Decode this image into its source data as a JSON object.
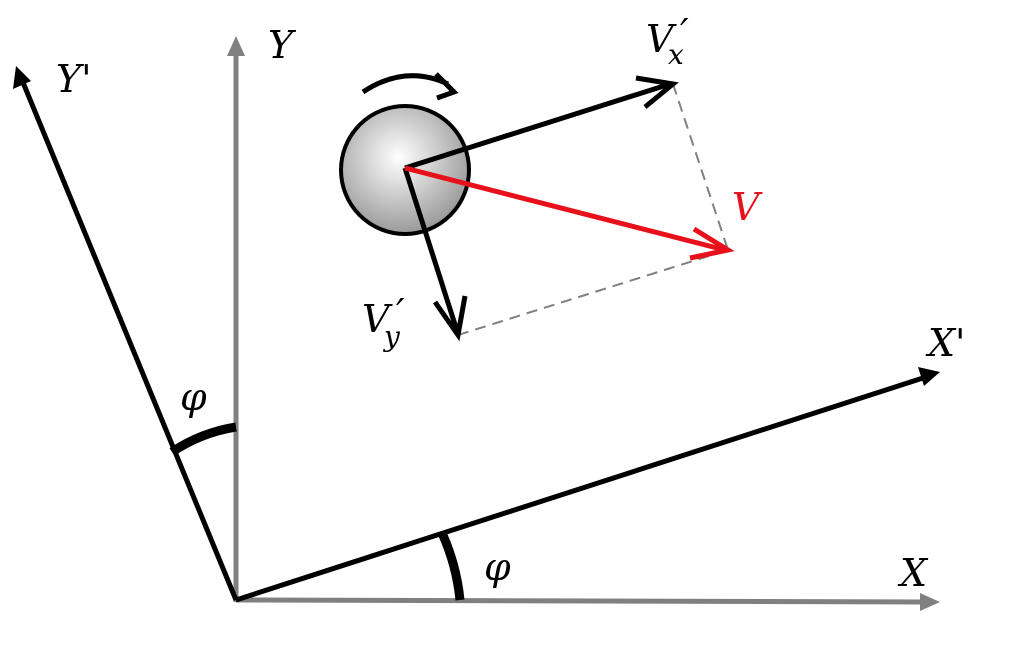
{
  "labels": {
    "y_axis": "Y",
    "x_axis": "X",
    "y_prime_axis": "Y'",
    "x_prime_axis": "X'",
    "angle_top": "φ",
    "angle_bottom": "φ",
    "vx_main": "V",
    "vx_sub": "x",
    "vx_prime": "′",
    "vy_main": "V",
    "vy_sub": "y",
    "vy_prime": "′",
    "v_result": "V"
  },
  "colors": {
    "fixed_axes": "#808080",
    "rotated_axes": "#000000",
    "resultant_vector": "#e8101a",
    "dashed_guides": "#808080",
    "ball_fill_center": "#ffffff",
    "ball_fill_edge": "#9a9a9a"
  },
  "icons": {
    "rotation": "clockwise-arrow-icon",
    "ball": "sphere-icon"
  }
}
